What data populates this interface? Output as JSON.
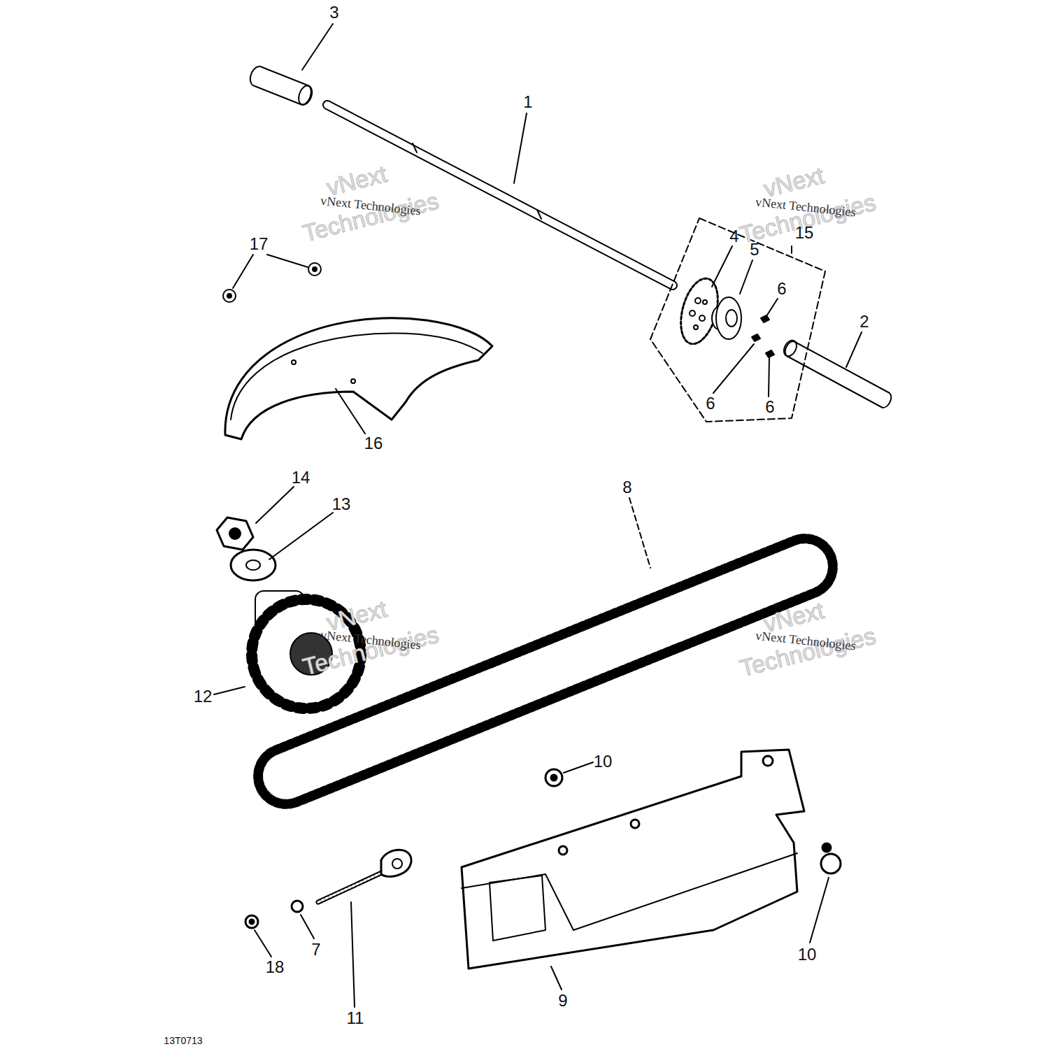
{
  "diagram": {
    "labels": [
      "3",
      "1",
      "17",
      "15",
      "4",
      "5",
      "6",
      "2",
      "6",
      "6",
      "16",
      "14",
      "13",
      "8",
      "12",
      "10",
      "10",
      "7",
      "18",
      "11",
      "9",
      "13T0713",
      "vNext Technologies",
      "vNext Technologies",
      "vNext Technologies",
      "vNext Technologies",
      "vNext",
      "Technologies",
      "vNext",
      "Technologies",
      "vNext",
      "Technologies",
      "vNext",
      "Technologies"
    ]
  }
}
